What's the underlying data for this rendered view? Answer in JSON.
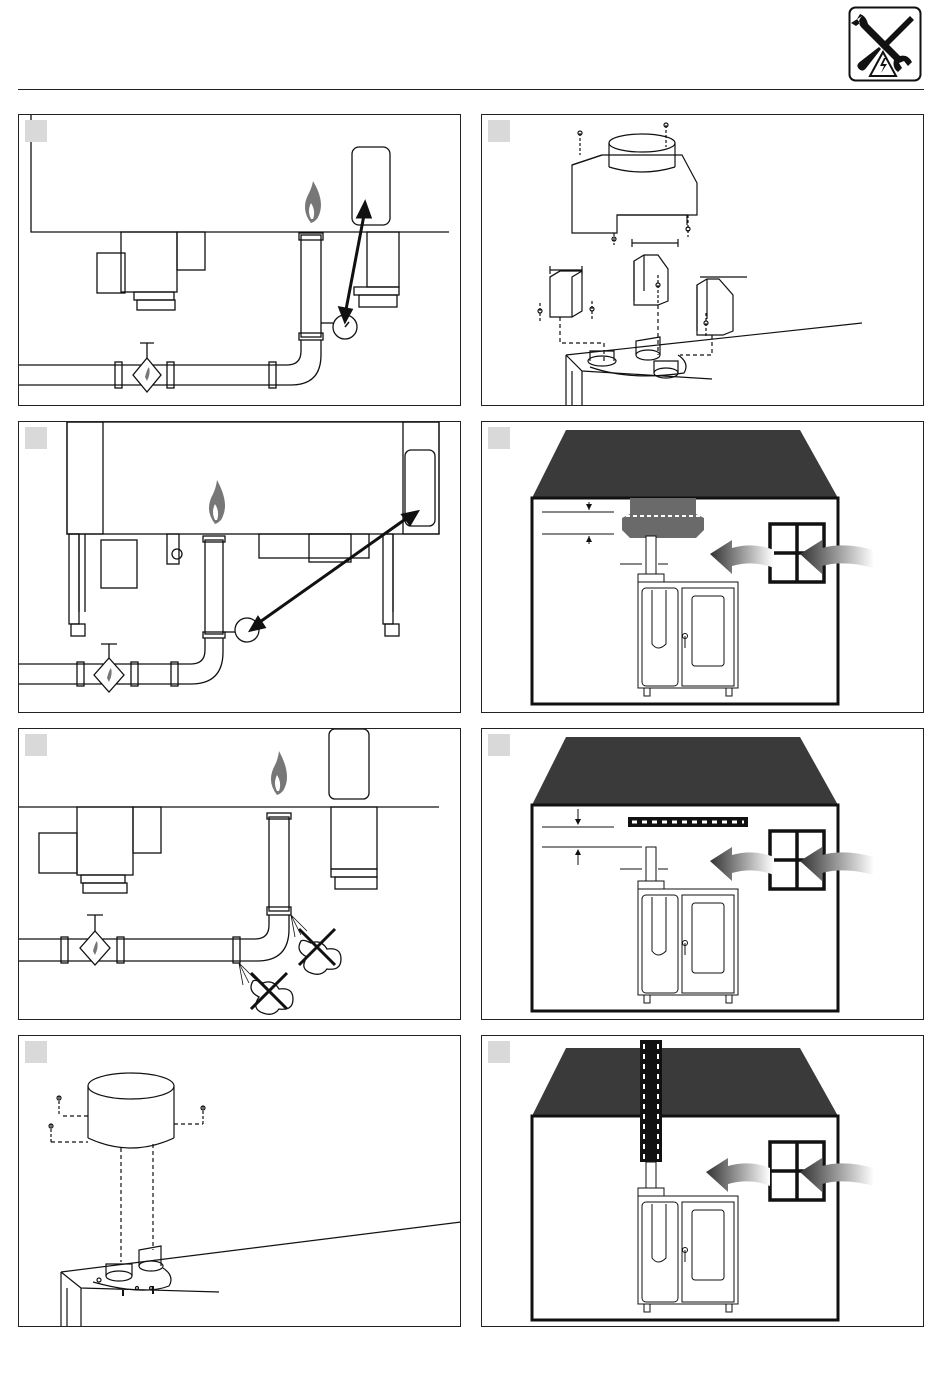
{
  "document": {
    "header": {
      "icon": "wrench-screwdriver-electric-hazard-icon"
    },
    "panels": [
      {
        "icon": "gas-pipe-connection-with-pressure-gauge"
      },
      {
        "icon": "exhaust-hood-and-duct-adapter-assembly"
      },
      {
        "icon": "gas-connection-floor-standing-with-gauge"
      },
      {
        "icon": "room-with-hood-and-air-inflow"
      },
      {
        "icon": "gas-leak-check-no-flame-test"
      },
      {
        "icon": "room-with-vent-grid-and-air-inflow"
      },
      {
        "icon": "flue-cap-over-exhaust-outlet"
      },
      {
        "icon": "room-with-chimney-flue-and-air-inflow"
      }
    ]
  },
  "colors": {
    "line": "#111111",
    "roof": "#3a3a3a",
    "badge": "#d9d9d9",
    "hood": "#555555",
    "flame": "#777777"
  }
}
